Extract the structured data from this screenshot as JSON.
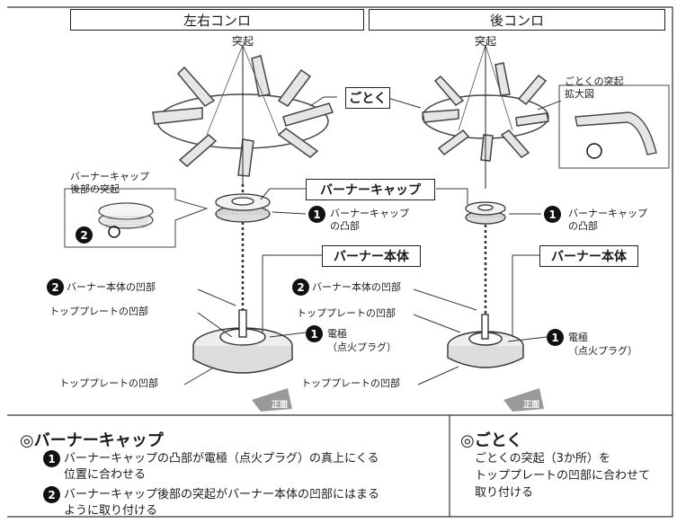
{
  "headers": {
    "left": "左右コンロ",
    "rear": "後コンロ"
  },
  "labels": {
    "protrusion": "突起",
    "trivet": "ごとく",
    "zoom_line1": "ごとくの突起",
    "zoom_line2": "拡大図",
    "callout_line1": "バーナーキャップ",
    "callout_line2": "後部の突起",
    "burner_cap": "バーナーキャップ",
    "cap_convex_line1": "バーナーキャップ",
    "cap_convex_line2": "の凸部",
    "burner_body": "バーナー本体",
    "body_concave": "バーナー本体の凹部",
    "top_plate_concave": "トッププレートの凹部",
    "electrode": "電極",
    "spark_plug": "（点火プラグ）",
    "front": "正面"
  },
  "numbers": {
    "one": "1",
    "two": "2"
  },
  "bottom": {
    "left": {
      "title": "◎バーナーキャップ",
      "item1_line1": "バーナーキャップの凸部が電極（点火プラグ）の真上にくる",
      "item1_line2": "位置に合わせる",
      "item2_line1": "バーナーキャップ後部の突起がバーナー本体の凹部にはまる",
      "item2_line2": "ように取り付ける"
    },
    "right": {
      "title": "◎ごとく",
      "line1": "ごとくの突起（3か所）を",
      "line2": "トッププレートの凹部に合わせて",
      "line3": "取り付ける"
    }
  }
}
